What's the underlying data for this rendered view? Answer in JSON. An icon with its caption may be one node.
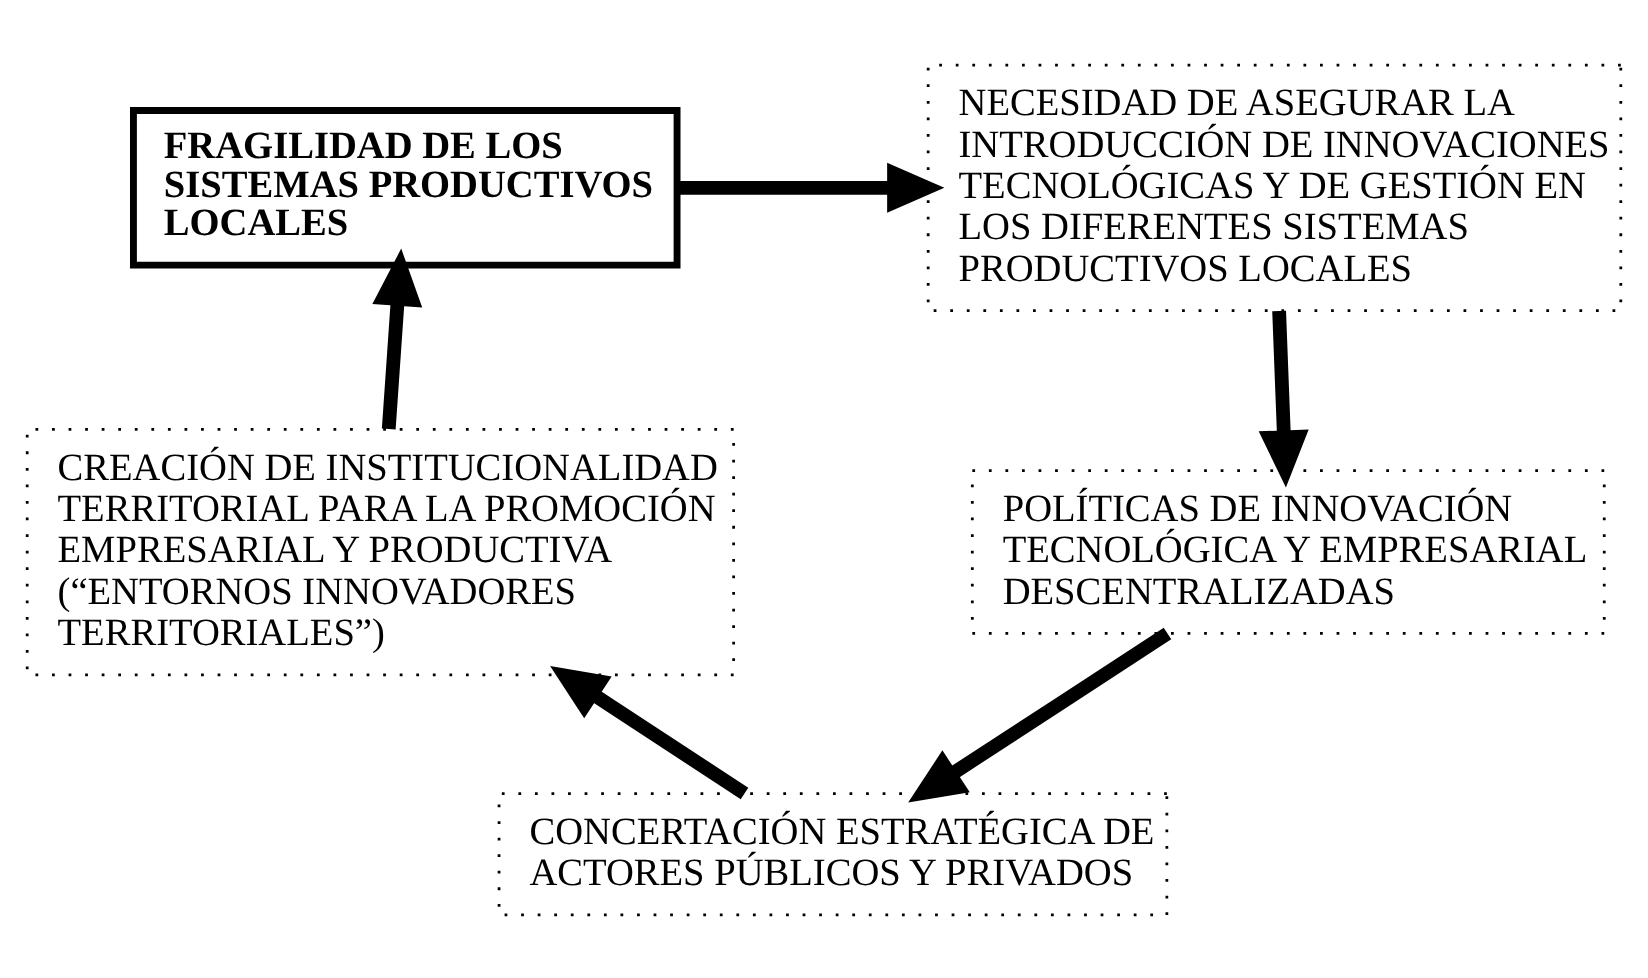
{
  "diagram": {
    "nodes": [
      {
        "text": [
          "FRAGILIDAD DE LOS SISTEMAS PRODUCTIVOS LOCALES"
        ]
      },
      {
        "text": [
          "NECESIDAD DE ASEGURAR LA INTRODUCCIÓN DE INNOVACIONES TECNOLÓGICAS Y DE GESTIÓN EN LOS DIFERENTES SISTEMAS PRODUCTIVOS LOCALES"
        ]
      },
      {
        "text": [
          "POLÍTICAS DE INNOVACIÓN TECNOLÓGICA Y EMPRESARIAL DESCENTRALIZADAS"
        ]
      },
      {
        "text": [
          "CONCERTACIÓN ESTRATÉGICA DE ACTORES PÚBLICOS Y PRIVADOS"
        ]
      },
      {
        "text": [
          "CREACIÓN DE INSTITUCIONALIDAD TERRITORIAL PARA LA PROMOCIÓN EMPRESARIAL Y PRODUCTIVA (“ENTORNOS INNOVADORES TERRITORIALES”)"
        ]
      }
    ],
    "edges": [
      {
        "from": 0,
        "to": 1,
        "arrow": "to"
      },
      {
        "from": 1,
        "to": 2,
        "arrow": "to"
      },
      {
        "from": 2,
        "to": 3,
        "arrow": "to"
      },
      {
        "from": 3,
        "to": 4,
        "arrow": "to"
      },
      {
        "from": 4,
        "to": 0,
        "arrow": "to"
      }
    ]
  }
}
